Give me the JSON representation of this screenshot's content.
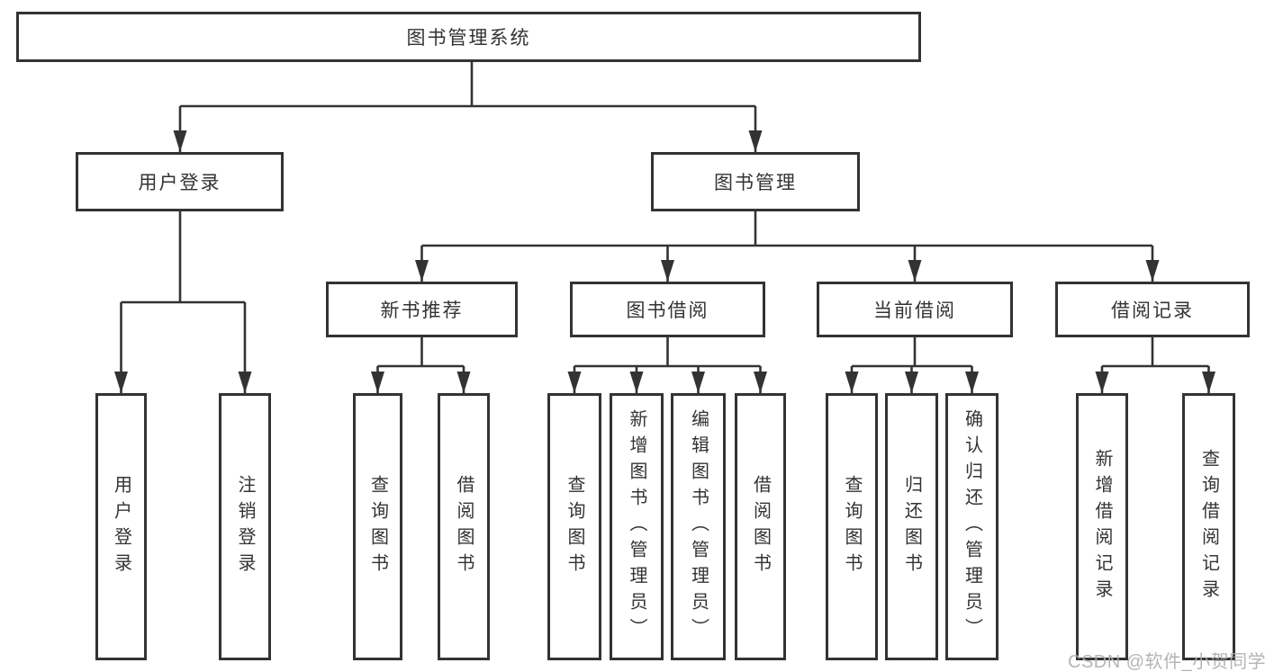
{
  "diagram": {
    "type": "tree-structure-chart",
    "root": {
      "label": "图书管理系统"
    },
    "level2": [
      {
        "label": "用户登录"
      },
      {
        "label": "图书管理"
      }
    ],
    "level3": [
      {
        "label": "新书推荐"
      },
      {
        "label": "图书借阅"
      },
      {
        "label": "当前借阅"
      },
      {
        "label": "借阅记录"
      }
    ],
    "leaves": {
      "user": [
        "用户登录",
        "注销登录"
      ],
      "recommend": [
        "查询图书",
        "借阅图书"
      ],
      "borrow": [
        "查询图书",
        "新增图书（管理员）",
        "编辑图书（管理员）",
        "借阅图书"
      ],
      "current": [
        "查询图书",
        "归还图书",
        "确认归还（管理员）"
      ],
      "records": [
        "新增借阅记录",
        "查询借阅记录"
      ]
    },
    "colors": {
      "line": "#333333",
      "box_background": "#ffffff",
      "text": "#333333",
      "watermark": "#afafaf"
    }
  },
  "watermark": "CSDN @软件_小贺同学"
}
